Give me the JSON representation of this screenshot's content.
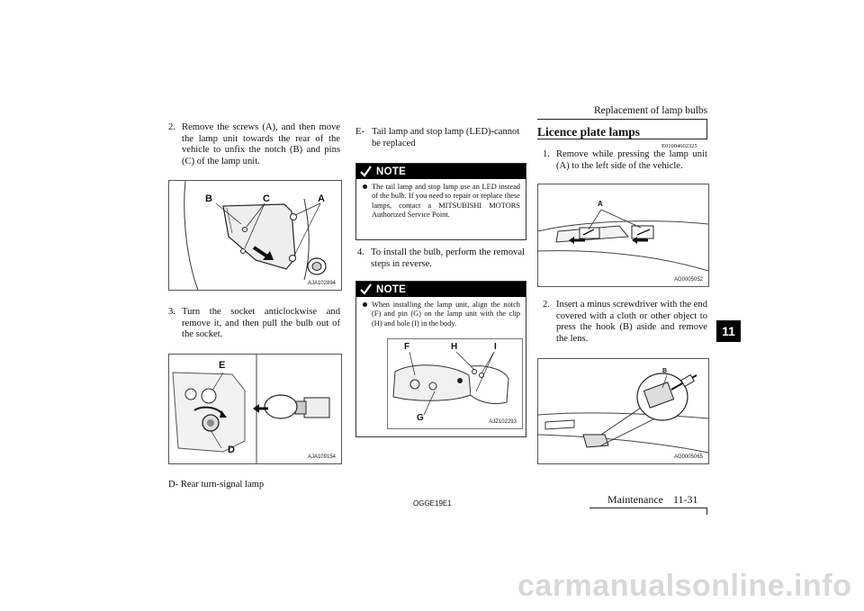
{
  "header": {
    "section_title": "Replacement of lamp bulbs",
    "chapter_tab": "11"
  },
  "footer": {
    "left_caption": "D- Rear turn-signal lamp",
    "doc_code": "OGGE19E1",
    "section": "Maintenance",
    "page": "11-31",
    "watermark": "carmanualsonline.info"
  },
  "left_column": {
    "step2": {
      "number": "2.",
      "text": "Remove the screws (A), and then move the lamp unit towards the rear of the vehicle to unfix the notch (B) and pins (C) of the lamp unit."
    },
    "figure1": {
      "code": "AJA102894",
      "labels": [
        "B",
        "C",
        "A"
      ]
    },
    "step3": {
      "number": "3.",
      "text": "Turn the socket anticlockwise and remove it, and then pull the bulb out of the socket."
    },
    "figure2": {
      "code": "AJA109154",
      "labels": [
        "E",
        "D"
      ]
    }
  },
  "middle_column": {
    "caption_e": {
      "prefix": "E-",
      "text": "Tail lamp and stop lamp (LED)-cannot be replaced"
    },
    "note1": {
      "title": "NOTE",
      "text": "The tail lamp and stop lamp use an LED instead of the bulb. If you need to repair or replace these lamps, contact a MITSUBISHI MOTORS Authorized Service Point."
    },
    "step4": {
      "number": "4.",
      "text": "To install the bulb, perform the removal steps in reverse."
    },
    "note2": {
      "title": "NOTE",
      "text": "When installing the lamp unit, align the notch (F) and pin (G) on the lamp unit with the clip (H) and hole (I) in the body."
    },
    "figure3": {
      "code": "AJZ102293",
      "labels": [
        "F",
        "H",
        "I",
        "G"
      ]
    }
  },
  "right_column": {
    "heading": "Licence plate lamps",
    "ref_code": "E01004602325",
    "step1": {
      "number": "1.",
      "text": "Remove while pressing the lamp unit (A) to the left side of the vehicle."
    },
    "figure4": {
      "code": "AG0005052",
      "labels": [
        "A"
      ]
    },
    "step2": {
      "number": "2.",
      "text": "Insert a minus screwdriver with the end covered with a cloth or other object to press the hook (B) aside and remove the lens."
    },
    "figure5": {
      "code": "AG0005065",
      "labels": [
        "B"
      ]
    }
  }
}
